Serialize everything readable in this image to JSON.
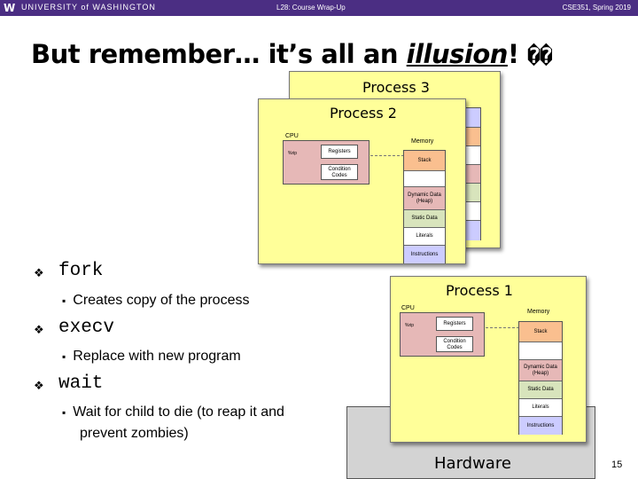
{
  "header": {
    "logo": "W",
    "university": "UNIVERSITY of WASHINGTON",
    "lecture": "L28: Course Wrap-Up",
    "course": "CSE351, Spring 2019"
  },
  "title": {
    "before": "But remember… it’s all an ",
    "italic": "illusion",
    "after": "! ",
    "glyphs": "��"
  },
  "processes": [
    {
      "title": "Process 3",
      "mem_segments": [
        "",
        "",
        "",
        "",
        "",
        "",
        ""
      ]
    },
    {
      "title": "Process 2",
      "cpu_label": "CPU",
      "pc_label": "%rip",
      "registers_label": "Registers",
      "condition_codes_label": "Condition Codes",
      "memory_label": "Memory",
      "mem_segments": [
        "Stack",
        "",
        "Dynamic Data (Heap)",
        "Static Data",
        "Literals",
        "Instructions"
      ]
    },
    {
      "title": "Process 1",
      "cpu_label": "CPU",
      "pc_label": "%rip",
      "registers_label": "Registers",
      "condition_codes_label": "Condition Codes",
      "memory_label": "Memory",
      "mem_segments": [
        "Stack",
        "",
        "Dynamic Data (Heap)",
        "Static Data",
        "Literals",
        "Instructions"
      ]
    }
  ],
  "bullets": [
    {
      "marker": "❖",
      "command": "fork",
      "desc_marker": "▪",
      "desc": "Creates copy of the process"
    },
    {
      "marker": "❖",
      "command": "execv",
      "desc_marker": "▪",
      "desc": "Replace with new program"
    },
    {
      "marker": "❖",
      "command": "wait",
      "desc_marker": "▪",
      "desc_line1": "Wait for child to die (to reap it and",
      "desc_line2": "prevent zombies)"
    }
  ],
  "hardware_label": "Hardware",
  "page_number": "15"
}
